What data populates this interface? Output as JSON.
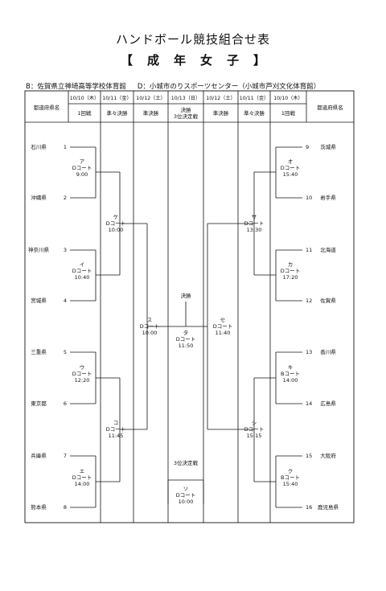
{
  "title": "ハンドボール競技組合せ表",
  "subtitle": [
    "【",
    "成",
    "年",
    "女",
    "子",
    "】"
  ],
  "venues": [
    "B：佐賀県立神埼高等学校体育館",
    "D：小城市のりスポーツセンター（小城市芦刈文化体育館）"
  ],
  "header": {
    "dates": [
      "10/10（木）",
      "10/11（金）",
      "10/12（土）",
      "10/13（日）",
      "10/12（土）",
      "10/11（金）",
      "10/10（木）"
    ],
    "rounds": [
      "1回戦",
      "準々決勝",
      "準決勝",
      "決勝\n3位決定戦",
      "準決勝",
      "準々決勝",
      "1回戦"
    ],
    "pref_label": "都道府県名"
  },
  "teams_left": [
    {
      "no": "1",
      "name": "石川県"
    },
    {
      "no": "2",
      "name": "沖縄県"
    },
    {
      "no": "3",
      "name": "神奈川県"
    },
    {
      "no": "4",
      "name": "宮城県"
    },
    {
      "no": "5",
      "name": "三重県"
    },
    {
      "no": "6",
      "name": "東京都"
    },
    {
      "no": "7",
      "name": "兵庫県"
    },
    {
      "no": "8",
      "name": "熊本県"
    }
  ],
  "teams_right": [
    {
      "no": "9",
      "name": "茨城県"
    },
    {
      "no": "10",
      "name": "岩手県"
    },
    {
      "no": "11",
      "name": "北海道"
    },
    {
      "no": "12",
      "name": "佐賀県"
    },
    {
      "no": "13",
      "name": "香川県"
    },
    {
      "no": "14",
      "name": "広島県"
    },
    {
      "no": "15",
      "name": "大阪府"
    },
    {
      "no": "16",
      "name": "鹿児島県"
    }
  ],
  "matches": {
    "a": [
      "ア",
      "Dコート",
      "9:00"
    ],
    "i": [
      "イ",
      "Dコート",
      "10:40"
    ],
    "u": [
      "ウ",
      "Dコート",
      "12:20"
    ],
    "e": [
      "エ",
      "Dコート",
      "14:00"
    ],
    "o": [
      "オ",
      "Dコート",
      "15:40"
    ],
    "ka": [
      "カ",
      "Dコート",
      "17:20"
    ],
    "ki": [
      "キ",
      "Bコート",
      "14:00"
    ],
    "ku": [
      "ク",
      "Bコート",
      "15:40"
    ],
    "ke": [
      "ケ",
      "Dコート",
      "10:00"
    ],
    "ko": [
      "コ",
      "Dコート",
      "11:45"
    ],
    "sa": [
      "サ",
      "Dコート",
      "13:30"
    ],
    "shi": [
      "シ",
      "Dコート",
      "15:15"
    ],
    "su": [
      "ス",
      "Dコート",
      "10:00"
    ],
    "se": [
      "セ",
      "Dコート",
      "11:40"
    ],
    "ta": [
      "タ",
      "Dコート",
      "11:50"
    ],
    "so": [
      "ソ",
      "Dコート",
      "10:00"
    ]
  },
  "final_label": "決勝",
  "third_label": "3位決定戦"
}
